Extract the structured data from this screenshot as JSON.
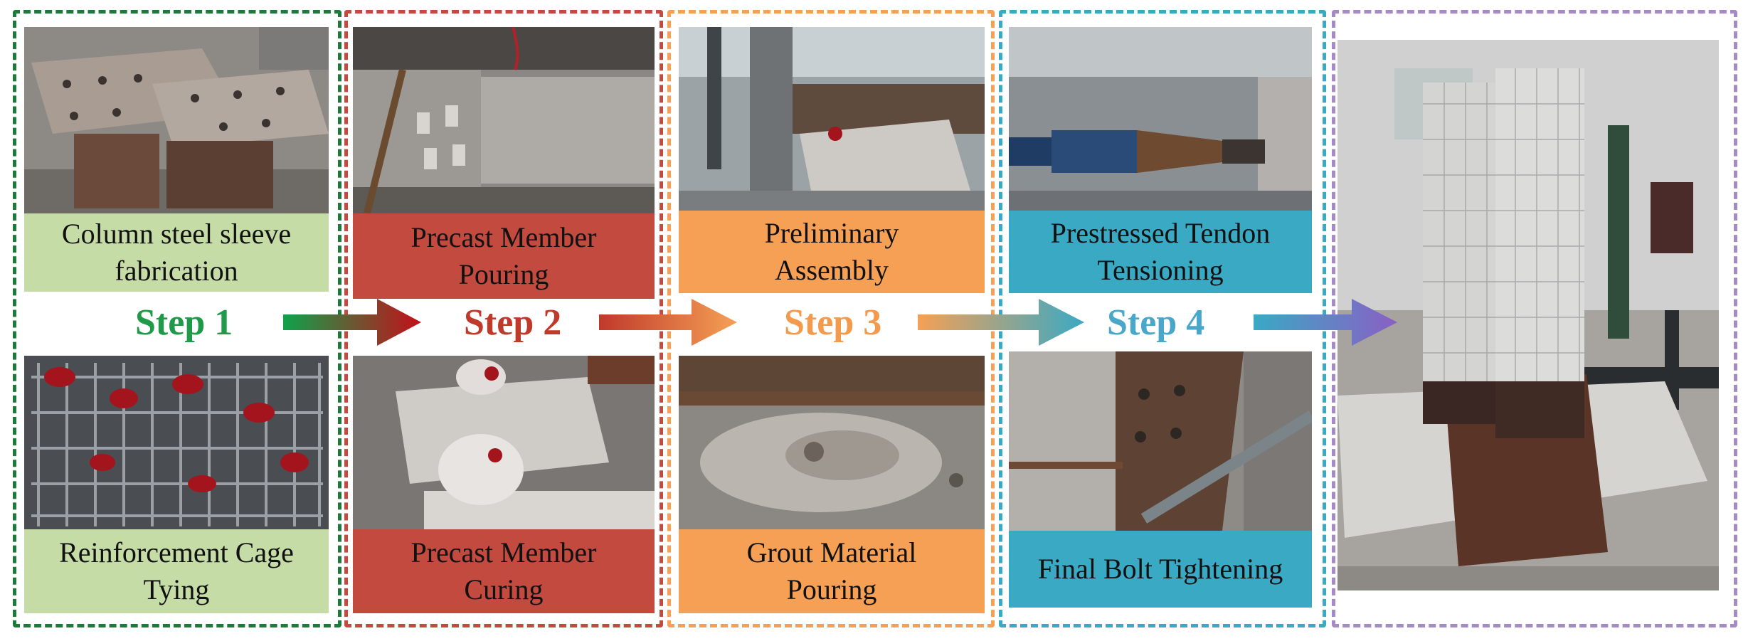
{
  "colors": {
    "green": "#1e7a3a",
    "green_box": "#c6dca6",
    "red": "#c24a3e",
    "red_step": "#c0392b",
    "orange": "#f5a055",
    "orange_step": "#f39a4c",
    "blue": "#3aa9c4",
    "blue_step": "#49a7c9",
    "purple": "#a58ac6"
  },
  "steps": [
    {
      "label": "Step 1",
      "top_caption": [
        "Column steel sleeve",
        "fabrication"
      ],
      "bottom_caption": [
        "Reinforcement Cage",
        "Tying"
      ]
    },
    {
      "label": "Step 2",
      "top_caption": [
        "Precast Member",
        "Pouring"
      ],
      "bottom_caption": [
        "Precast Member",
        "Curing"
      ]
    },
    {
      "label": "Step 3",
      "top_caption": [
        "Preliminary",
        "Assembly"
      ],
      "bottom_caption": [
        "Grout Material",
        "Pouring"
      ]
    },
    {
      "label": "Step 4",
      "top_caption": [
        "Prestressed Tendon",
        "Tensioning"
      ],
      "bottom_caption": [
        "Final Bolt Tightening"
      ]
    }
  ]
}
